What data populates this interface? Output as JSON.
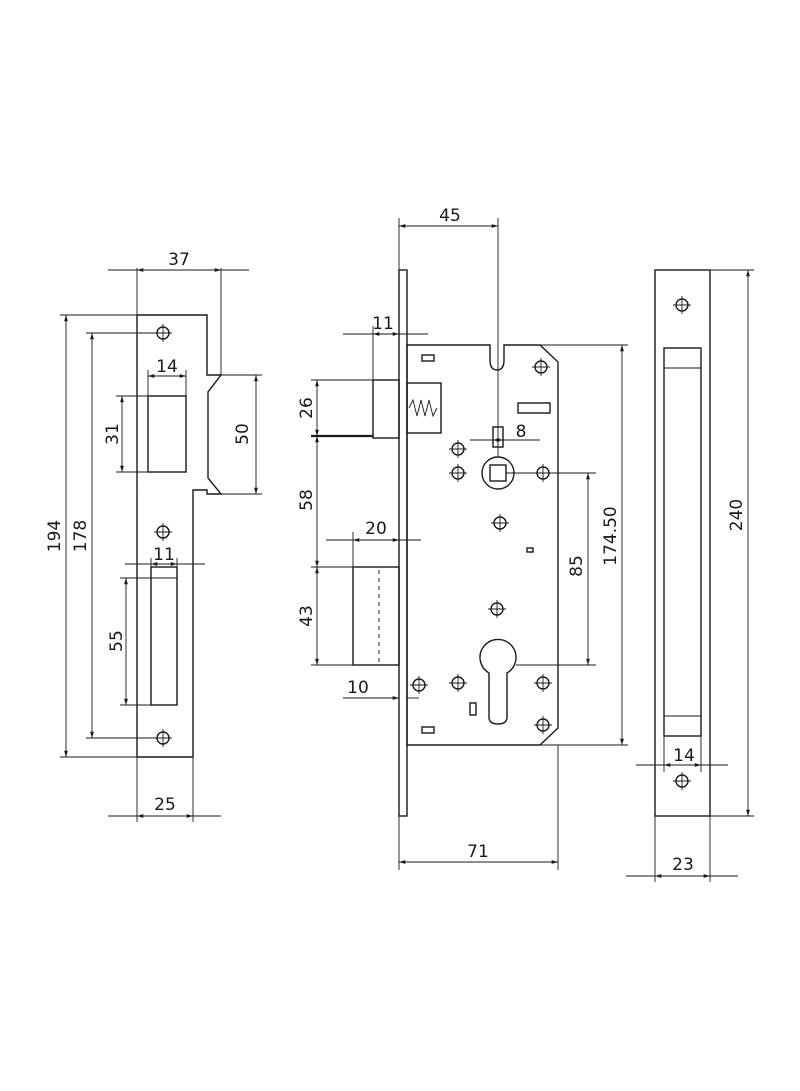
{
  "strike_plate": {
    "width_37": "37",
    "height_194": "194",
    "height_178": "178",
    "slot_width_14": "14",
    "slot_height_31": "31",
    "lip_height_50": "50",
    "slot_width_11": "11",
    "slot_height_55": "55",
    "width_25": "25"
  },
  "lock_body": {
    "backset_45": "45",
    "latch_offset_11": "11",
    "latch_height_26": "26",
    "spindle_8": "8",
    "latch_to_bolt_58": "58",
    "bolt_projection_20": "20",
    "bolt_height_43": "43",
    "bolt_offset_10": "10",
    "center_distance_85": "85",
    "body_height_174_50": "174.50",
    "body_width_71": "71"
  },
  "faceplate": {
    "height_240": "240",
    "slot_width_14": "14",
    "width_23": "23"
  }
}
